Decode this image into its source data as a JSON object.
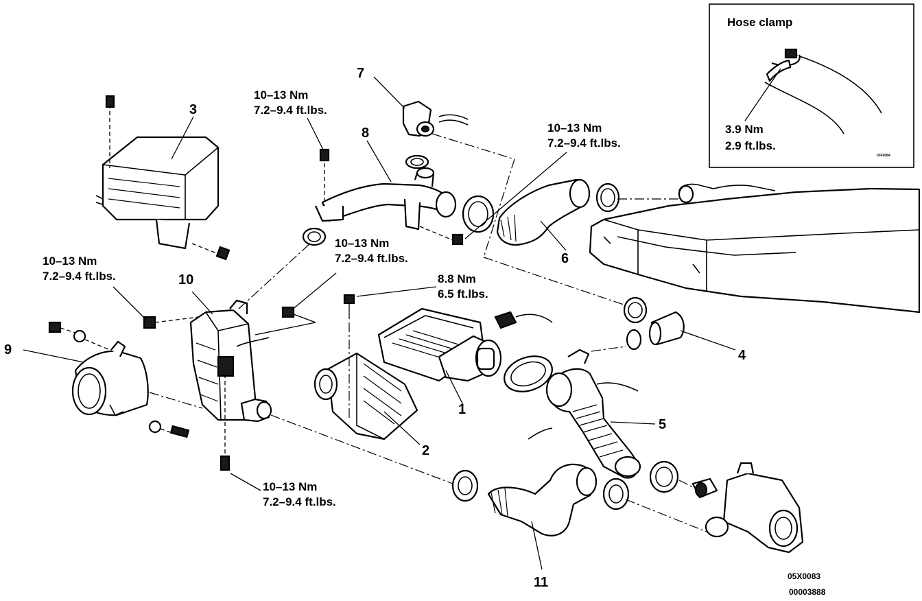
{
  "inset": {
    "title": "Hose clamp",
    "torque_nm": "3.9 Nm",
    "torque_ftlbs": "2.9 ft.lbs.",
    "code": "03F0084"
  },
  "part_numbers": [
    "1",
    "2",
    "3",
    "4",
    "5",
    "6",
    "7",
    "8",
    "9",
    "10",
    "11"
  ],
  "torque_specs": {
    "t8": {
      "nm": "10–13 Nm",
      "ftlbs": "7.2–9.4 ft.lbs."
    },
    "t6": {
      "nm": "10–13 Nm",
      "ftlbs": "7.2–9.4 ft.lbs."
    },
    "tmid": {
      "nm": "10–13 Nm",
      "ftlbs": "7.2–9.4 ft.lbs."
    },
    "t9": {
      "nm": "10–13 Nm",
      "ftlbs": "7.2–9.4 ft.lbs."
    },
    "t1": {
      "nm": "8.8 Nm",
      "ftlbs": "6.5 ft.lbs."
    },
    "t10b": {
      "nm": "10–13 Nm",
      "ftlbs": "7.2–9.4 ft.lbs."
    }
  },
  "figure_codes": [
    "05X0083",
    "00003888"
  ]
}
